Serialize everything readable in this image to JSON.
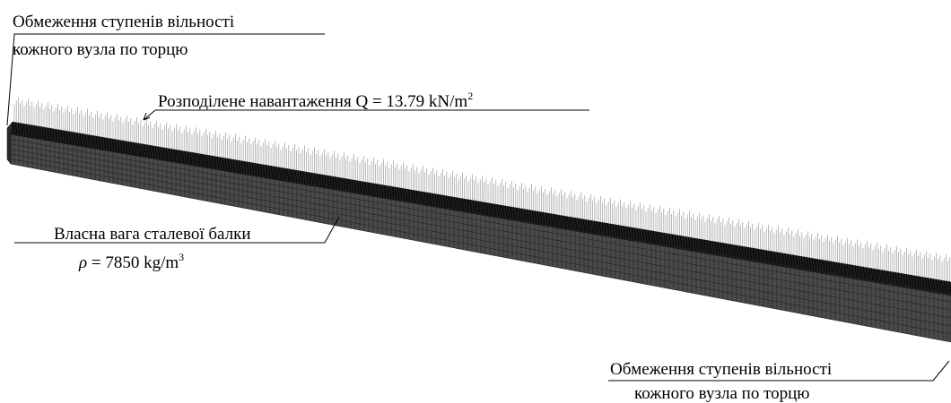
{
  "annotations": {
    "constraint_left": {
      "line1": "Обмеження ступенів вільності",
      "line2": "кожного вузла по торцю"
    },
    "distributed_load": {
      "label": "Розподілене навантаження Q = 13.79 kN/m",
      "unit_exponent": "2"
    },
    "self_weight": {
      "label": "Власна вага сталевої балки",
      "symbol": "ρ",
      "value": " = 7850 kg/m",
      "unit_exponent": "3"
    },
    "constraint_right": {
      "line1": "Обмеження ступенів вільності",
      "line2": "кожного вузла по торцю"
    }
  },
  "colors": {
    "mesh": "#3a3a3a",
    "mesh_dark": "#1a1a1a",
    "load_arrows": "#9a9a9a",
    "leader": "#000000"
  }
}
